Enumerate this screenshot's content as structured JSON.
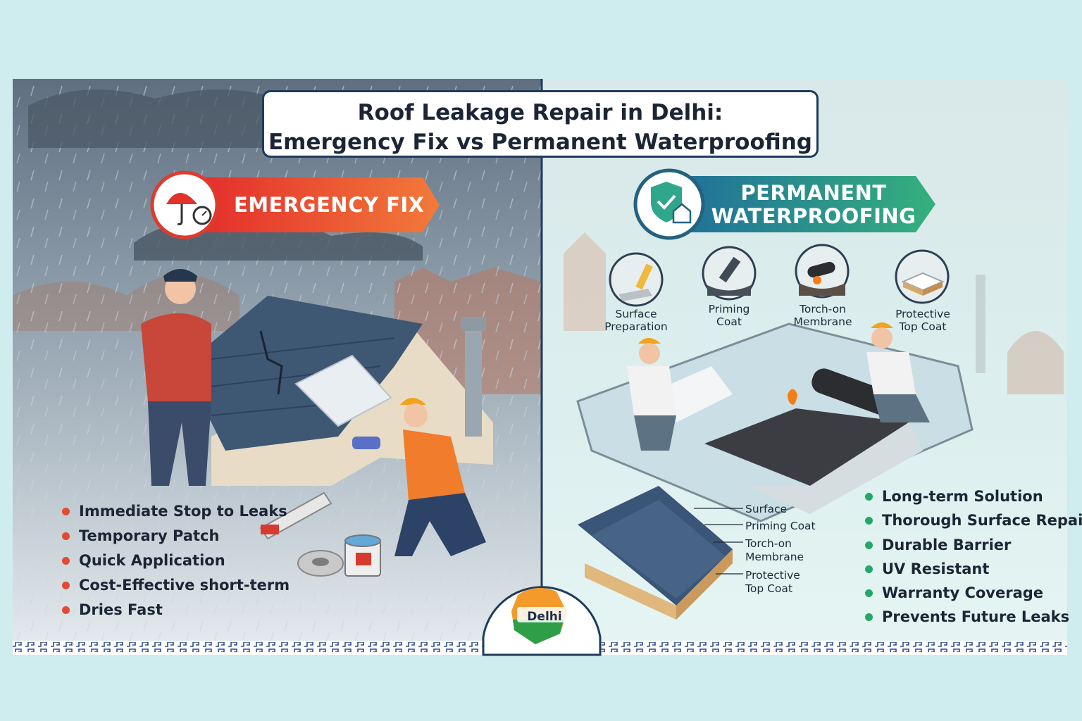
{
  "title": {
    "line1": "Roof Leakage Repair in Delhi:",
    "line2": "Emergency Fix vs Permanent Waterproofing"
  },
  "emergency": {
    "banner": "EMERGENCY FIX",
    "icon": "umbrella-stopwatch-icon",
    "accent": "#e8392f",
    "benefits": [
      "Immediate Stop to Leaks",
      "Temporary Patch",
      "Quick Application",
      "Cost-Effective short-term",
      "Dries Fast"
    ]
  },
  "permanent": {
    "banner_line1": "PERMANENT",
    "banner_line2": "WATERPROOFING",
    "icon": "shield-home-check-icon",
    "accent": "#2aa287",
    "steps": [
      {
        "line1": "Surface",
        "line2": "Preparation"
      },
      {
        "line1": "Priming",
        "line2": "Coat"
      },
      {
        "line1": "Torch-on",
        "line2": "Membrane"
      },
      {
        "line1": "Protective",
        "line2": "Top Coat"
      }
    ],
    "layers": [
      {
        "line1": "Surface",
        "line2": ""
      },
      {
        "line1": "Priming Coat",
        "line2": ""
      },
      {
        "line1": "Torch-on",
        "line2": "Membrane"
      },
      {
        "line1": "Protective",
        "line2": "Top Coat"
      }
    ],
    "benefits": [
      "Long-term Solution",
      "Thorough Surface Repair",
      "Durable Barrier",
      "UV Resistant",
      "Warranty Coverage",
      "Prevents Future Leaks"
    ]
  },
  "badge": {
    "label": "Delhi",
    "icon": "delhi-map-icon"
  }
}
